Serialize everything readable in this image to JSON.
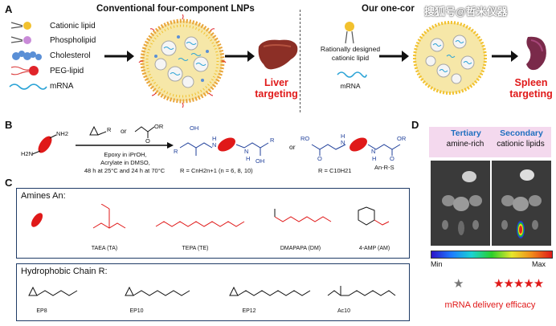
{
  "panelA": {
    "label": "A",
    "title_left": "Conventional four-component LNPs",
    "title_right": "Our one-cor",
    "legend": [
      "Cationic lipid",
      "Phospholipid",
      "Cholesterol",
      "PEG-lipid",
      "mRNA"
    ],
    "liver_text": "Liver targeting",
    "rationally_line1": "Rationally designed",
    "rationally_line2": "cationic lipid",
    "mrna": "mRNA",
    "spleen_text": "Spleen targeting",
    "watermark": "搜狐号@哲米仪器"
  },
  "panelB": {
    "label": "B",
    "reagent_or": "or",
    "reagent_R": "R",
    "reagent_OR": "OR",
    "cond1": "Epoxy in iPrOH,",
    "cond2": "Acrylate in DMSO,",
    "cond3": "48 h at 25°C and 24 h at 70°C",
    "prod1_formula": "R = CnH2n+1 (n = 6, 8, 10)",
    "or_mid": "or",
    "prod2_formula": "R = C10H21",
    "prod2_name": "An-R-S",
    "OH": "OH",
    "R": "R",
    "RO": "RO",
    "N": "N",
    "H": "H",
    "O": "O",
    "NH2": "NH2",
    "H2N": "H2N"
  },
  "panelC": {
    "label": "C",
    "amines_title": "Amines An:",
    "amines": [
      "TAEA (TA)",
      "TEPA (TE)",
      "DMAPAPA (DM)",
      "4-AMP (AM)"
    ],
    "chains_title": "Hydrophobic Chain R:",
    "chains": [
      "EP8",
      "EP10",
      "EP12",
      "Ac10"
    ]
  },
  "panelD": {
    "label": "D",
    "col1_line1": "Tertiary",
    "col1_line2": "amine-rich",
    "col2_line1": "Secondary",
    "col2_line2": "cationic lipids",
    "min": "Min",
    "max": "Max",
    "stars1": "★",
    "stars2": "★★★★★",
    "efficacy": "mRNA delivery efficacy"
  },
  "colors": {
    "red": "#e01919",
    "navy": "#1f3b66",
    "blue_text": "#1f6fbf",
    "pink": "#f4d9ee",
    "nanoparticle": "#f6e7a8"
  }
}
